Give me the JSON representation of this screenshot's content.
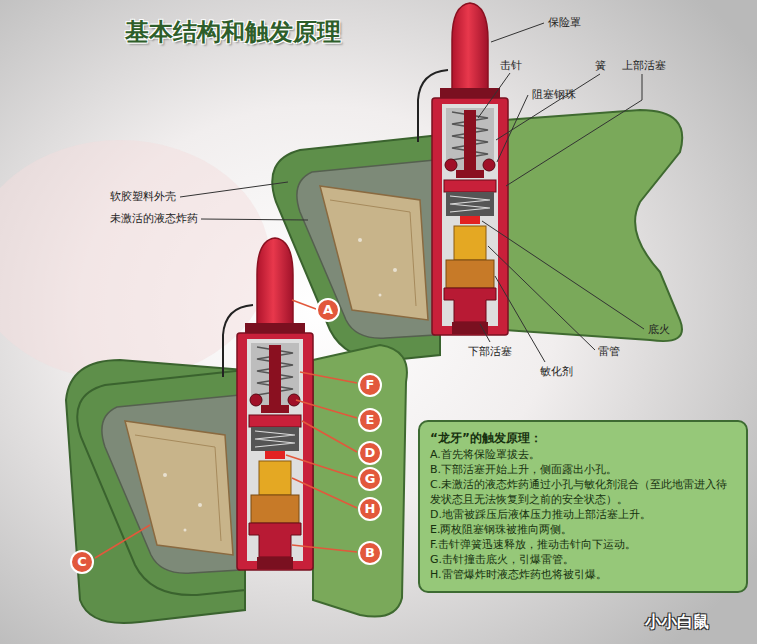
{
  "diagram": {
    "title": "基本结构和触发原理",
    "nodes": [
      {
        "text": [
          "A"
        ]
      },
      {
        "text": [
          "F"
        ]
      },
      {
        "text": [
          "E"
        ]
      },
      {
        "text": [
          "D"
        ]
      },
      {
        "text": [
          "G"
        ]
      },
      {
        "text": [
          "H"
        ]
      },
      {
        "text": [
          "B"
        ]
      },
      {
        "text": [
          "C"
        ]
      },
      {
        "text": [
          "“龙牙”的触发原理：",
          "A.首先将保险罩拔去。",
          "B.下部活塞开始上升，侧面露出小孔。",
          "C.未激活的液态炸药通过小孔与敏化剂混合（至此地雷进入待发状态且无法恢复到之前的安全状态）。",
          "D.地雷被踩压后液体压力推动上部活塞上升。",
          "E.两枚阻塞钢珠被推向两侧。",
          "F.击针弹簧迅速释放，推动击针向下运动。",
          "G.击针撞击底火，引爆雷管。",
          "H.雷管爆炸时液态炸药也将被引爆。"
        ]
      }
    ],
    "labels": [
      "保险罩",
      "击针",
      "簧",
      "上部活塞",
      "阻塞钢珠",
      "软胶塑料外壳",
      "未激活的液态炸药",
      "底火",
      "下部活塞",
      "雷管",
      "敏化剂",
      "小小白鼠"
    ]
  }
}
